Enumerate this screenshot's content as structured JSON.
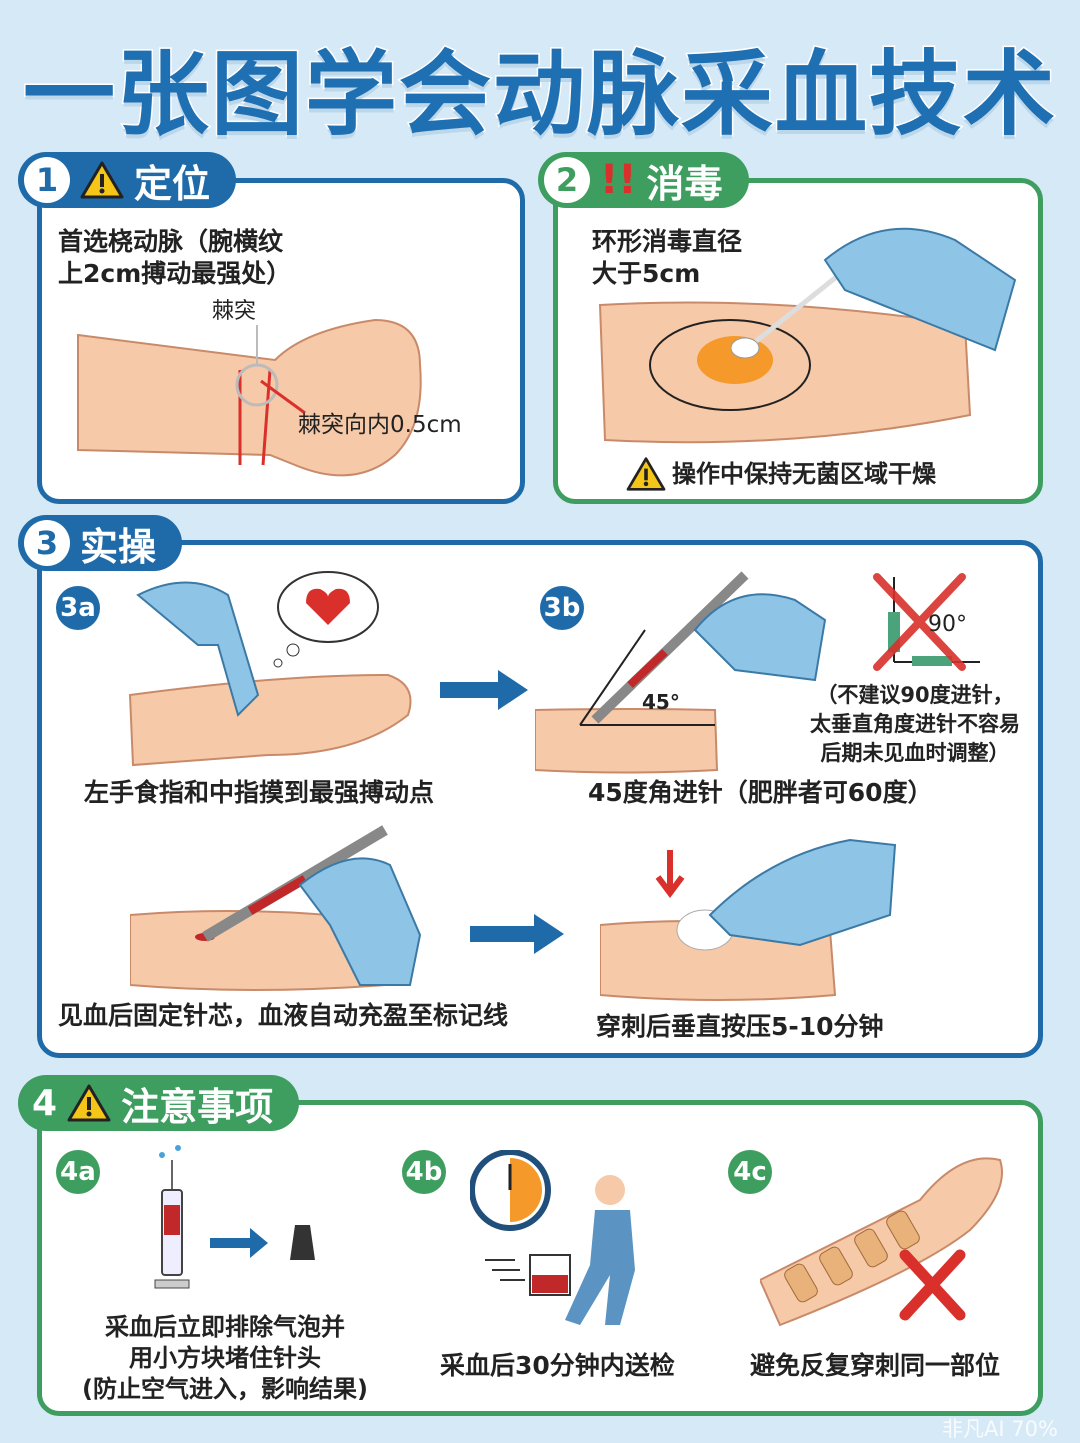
{
  "title": "一张图学会动脉采血技术",
  "colors": {
    "blue": "#1f6aa8",
    "green": "#3e9e5f",
    "skin": "#f6c9a8",
    "glove": "#8ec5e6",
    "warning": "#f5c518",
    "red": "#d9302c"
  },
  "section1": {
    "number": "1",
    "icon": "warning-icon",
    "label": "定位",
    "text_line1": "首选桡动脉（腕横纹",
    "text_line2": "上2cm搏动最强处）",
    "label_process": "棘突",
    "label_offset": "棘突向内0.5cm"
  },
  "section2": {
    "number": "2",
    "icon": "double-exclamation-icon",
    "label": "消毒",
    "text_line1": "环形消毒直径",
    "text_line2": "大于5cm",
    "warning": "操作中保持无菌区域干燥"
  },
  "section3": {
    "number": "3",
    "label": "实操",
    "step_a": {
      "badge": "3a",
      "caption": "左手食指和中指摸到最强搏动点"
    },
    "step_b": {
      "badge": "3b",
      "angle": "45°",
      "caption": "45度角进针（肥胖者可60度）",
      "bad_angle": "90°",
      "note_line1": "（不建议90度进针，",
      "note_line2": "太垂直角度进针不容易",
      "note_line3": "后期未见血时调整）"
    },
    "step_c": {
      "caption": "见血后固定针芯，血液自动充盈至标记线"
    },
    "step_d": {
      "caption": "穿刺后垂直按压5-10分钟"
    }
  },
  "section4": {
    "number": "4",
    "icon": "warning-icon",
    "label": "注意事项",
    "a": {
      "badge": "4a",
      "line1": "采血后立即排除气泡并",
      "line2": "用小方块堵住针头",
      "line3": "(防止空气进入，影响结果)"
    },
    "b": {
      "badge": "4b",
      "caption": "采血后30分钟内送检"
    },
    "c": {
      "badge": "4c",
      "caption": "避免反复穿刺同一部位"
    }
  },
  "watermark": "非凡AI 70%"
}
